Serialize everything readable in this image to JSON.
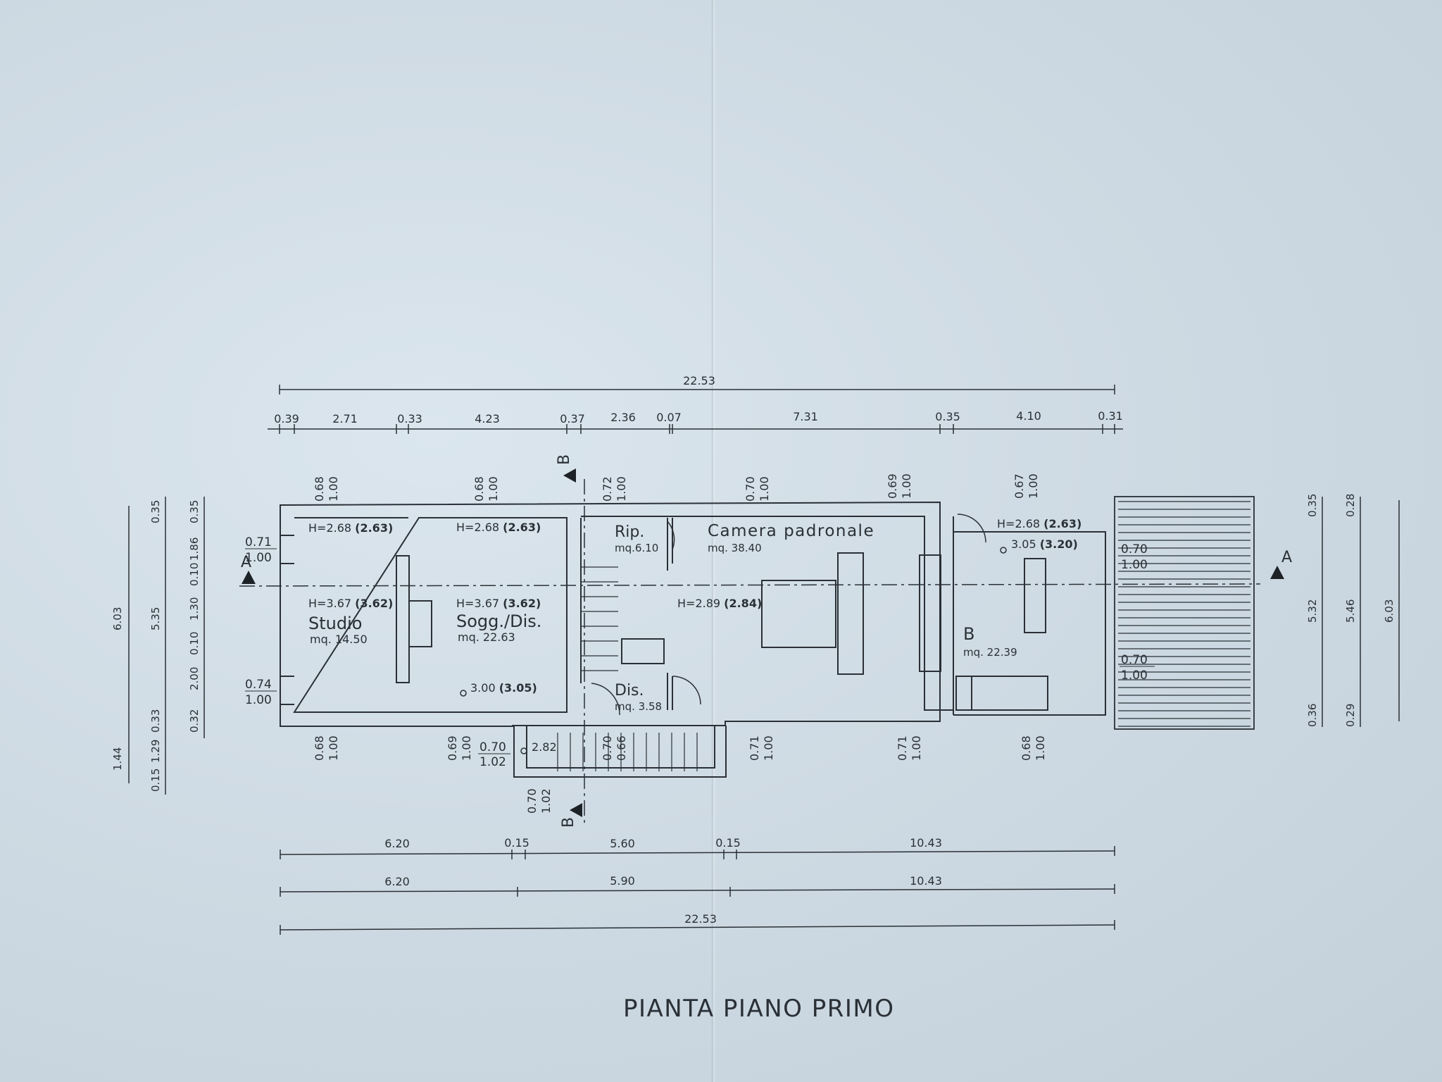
{
  "title": "PIANTA PIANO PRIMO",
  "top": {
    "total": "22.53",
    "segments": [
      "0.39",
      "2.71",
      "0.33",
      "4.23",
      "0.37",
      "2.36",
      "0.07",
      "7.31",
      "0.35",
      "4.10",
      "0.31"
    ]
  },
  "bottom": {
    "row1": [
      "6.20",
      "0.15",
      "5.60",
      "0.15",
      "10.43"
    ],
    "row2": [
      "6.20",
      "5.90",
      "10.43"
    ],
    "total": "22.53"
  },
  "left_dims": {
    "outer": [
      "6.03",
      "1.44"
    ],
    "middle": [
      "0.35",
      "5.35",
      "0.15",
      "1.29",
      "0.33"
    ],
    "inner": [
      "0.35",
      "1.86",
      "0.10",
      "1.30",
      "0.10",
      "2.00",
      "0.32"
    ]
  },
  "right_dims": {
    "inner": [
      "0.35",
      "5.32",
      "0.36"
    ],
    "middle": [
      "0.28",
      "5.46",
      "0.29"
    ],
    "outer": [
      "6.03"
    ]
  },
  "section_marks": {
    "a": "A",
    "b": "B"
  },
  "rooms": {
    "studio": {
      "name": "Studio",
      "area": "mq. 14.50",
      "h_top": "H=2.68",
      "h_top_b": "(2.63)",
      "h_mid": "H=3.67",
      "h_mid_b": "(3.62)"
    },
    "soggiorno": {
      "name": "Sogg./Dis.",
      "area": "mq. 22.63",
      "h_top": "H=2.68",
      "h_top_b": "(2.63)",
      "h_mid": "H=3.67",
      "h_mid_b": "(3.62)",
      "level": "3.00",
      "level_b": "(3.05)"
    },
    "ripostiglio": {
      "name": "Rip.",
      "area": "mq.6.10"
    },
    "disimpegno": {
      "name": "Dis.",
      "area": "mq. 3.58"
    },
    "camera": {
      "name": "Camera padronale",
      "area": "mq. 38.40",
      "h": "H=2.89",
      "h_b": "(2.84)"
    },
    "bagno": {
      "name": "B",
      "area": "mq. 22.39",
      "h": "H=2.68",
      "h_b": "(2.63)",
      "level": "3.05",
      "level_b": "(3.20)"
    },
    "stair_level": "2.82"
  },
  "openings": {
    "top": [
      [
        "0.68",
        "1.00"
      ],
      [
        "0.68",
        "1.00"
      ],
      [
        "0.72",
        "1.00"
      ],
      [
        "0.70",
        "1.00"
      ],
      [
        "0.69",
        "1.00"
      ],
      [
        "0.67",
        "1.00"
      ]
    ],
    "bottom": [
      [
        "0.68",
        "1.00"
      ],
      [
        "0.69",
        "1.00"
      ],
      [
        "0.70",
        "0.66"
      ],
      [
        "0.71",
        "1.00"
      ],
      [
        "0.71",
        "1.00"
      ],
      [
        "0.68",
        "1.00"
      ]
    ],
    "left": [
      [
        "0.71",
        "1.00"
      ],
      [
        "0.74",
        "1.00"
      ]
    ],
    "right": [
      [
        "0.70",
        "1.00"
      ],
      [
        "0.70",
        "1.00"
      ]
    ],
    "stair_window": [
      "0.70",
      "1.02"
    ],
    "stair_bottom": [
      "0.70",
      "1.02"
    ]
  }
}
